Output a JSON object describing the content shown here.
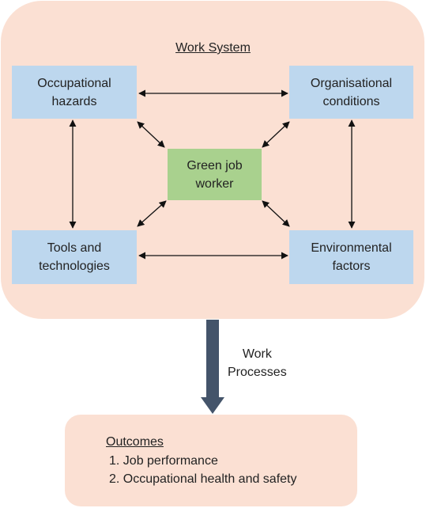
{
  "system": {
    "title": "Work System",
    "nodes": {
      "occupational_hazards": "Occupational\nhazards",
      "organisational_conditions": "Organisational\nconditions",
      "green_job_worker": "Green job\nworker",
      "tools_technologies": "Tools and\ntechnologies",
      "environmental_factors": "Environmental\nfactors"
    }
  },
  "process": {
    "label": "Work\nProcesses"
  },
  "outcomes": {
    "title": "Outcomes",
    "items": [
      "1. Job performance",
      "2. Occupational health and safety"
    ]
  },
  "colors": {
    "system_bg": "#fbe0d3",
    "node_blue": "#bdd7ee",
    "node_green": "#a9d18e",
    "arrow_dark": "#44546a"
  }
}
